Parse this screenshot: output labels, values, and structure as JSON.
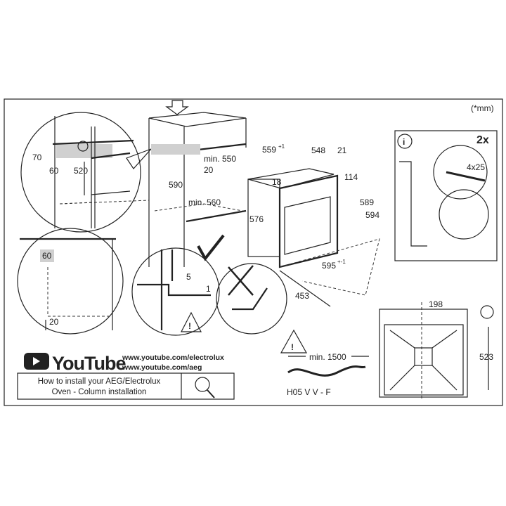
{
  "unit_note": "(*mm)",
  "left_detail": {
    "d70": "70",
    "d60": "60",
    "d520": "520"
  },
  "cabinet": {
    "d590": "590",
    "min550": "min. 550",
    "d20": "20",
    "min560": "min. 560"
  },
  "lower_detail": {
    "d60": "60",
    "d20": "20"
  },
  "gap_detail": {
    "d5": "5",
    "d1": "1"
  },
  "oven": {
    "d559": "559",
    "d559_tol": "+1",
    "d548": "548",
    "d21": "21",
    "d18": "18",
    "d114": "114",
    "d576": "576",
    "d589": "589",
    "d594": "594",
    "d595": "595",
    "d595_tol": "+-1",
    "d453": "453"
  },
  "screw_panel": {
    "info": "i",
    "count": "2x",
    "screw": "4x25"
  },
  "cable": {
    "min1500": "min. 1500",
    "type": "H05 V V - F"
  },
  "front_view": {
    "d198": "198",
    "d523": "523"
  },
  "youtube": {
    "logo": "YouTube",
    "url1": "www.youtube.com/electrolux",
    "url2": "www.youtube.com/aeg",
    "caption_line1": "How to install your AEG/Electrolux",
    "caption_line2": "Oven - Column installation"
  },
  "colors": {
    "youtube_brand": "#222222",
    "shade": "#d0d0d0"
  }
}
